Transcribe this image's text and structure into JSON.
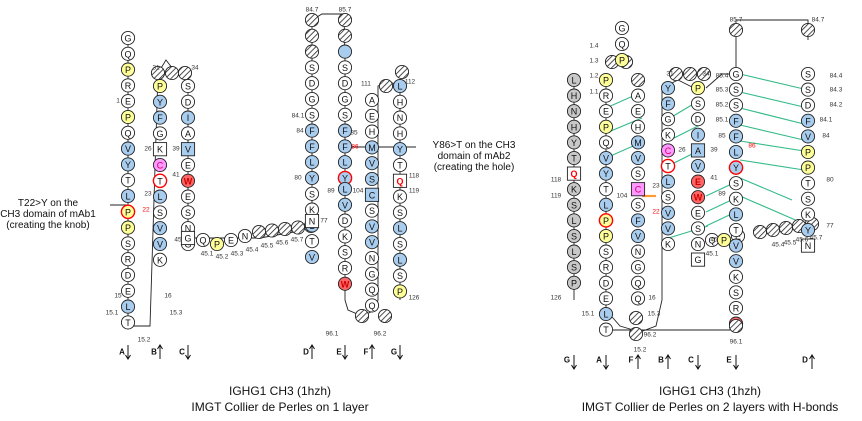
{
  "left": {
    "caption_line1": "IGHG1 CH3 (1hzh)",
    "caption_line2": "IMGT Collier de Perles on 1 layer",
    "note_knob": [
      "T22>Y on the",
      "CH3 domain of mAb1",
      "(creating the knob)"
    ],
    "note_hole": [
      "Y86>T on the CH3",
      "domain of mAb2",
      "(creating the hole)"
    ],
    "strand_labels": [
      "A",
      "B",
      "C",
      "D",
      "E",
      "F",
      "G"
    ],
    "strand_directions": [
      "down",
      "up",
      "down",
      "up",
      "down",
      "up",
      "down"
    ],
    "strands": [
      [
        "G",
        "Q",
        "P",
        "R",
        "E",
        "P",
        "Q",
        "V",
        "Y",
        "T",
        "L",
        "P",
        "P",
        "S",
        "R",
        "D",
        "E",
        "L",
        "T"
      ],
      [
        "P",
        "Y",
        "F",
        "G",
        "K",
        "C",
        "T",
        "L",
        "S",
        "V",
        "V",
        "K"
      ],
      [
        "S",
        "D",
        "I",
        "A",
        "V",
        "E",
        "W",
        "E",
        "S",
        "N",
        "G"
      ],
      [
        "S",
        "D",
        "G",
        "S",
        "F",
        "F",
        "L",
        "Y",
        "S",
        "K",
        "L",
        "T",
        "V"
      ],
      [
        "L",
        "H",
        "N",
        "H",
        "Y",
        "T",
        "Q",
        "K",
        "S",
        "L",
        "S",
        "L",
        "S",
        "P"
      ]
    ],
    "cd_loop": [
      "Q",
      "P",
      "E",
      "N"
    ],
    "positions": [
      "1",
      "15",
      "15.1",
      "15.2",
      "15.3",
      "16",
      "22",
      "23",
      "26",
      "31",
      "34",
      "39",
      "41",
      "45",
      "45.1",
      "45.2",
      "45.3",
      "45.4",
      "45.5",
      "45.6",
      "45.7",
      "77",
      "80",
      "84",
      "84.1",
      "84.7",
      "85",
      "85.7",
      "86",
      "89",
      "96.1",
      "96.2",
      "104",
      "111",
      "112",
      "118",
      "119",
      "126"
    ]
  },
  "right": {
    "caption_line1": "IGHG1 CH3 (1hzh)",
    "caption_line2": "IMGT Collier de Perles on 2 layers with H-bonds",
    "strand_labels": [
      "G",
      "A",
      "F",
      "B",
      "C",
      "E",
      "D"
    ],
    "strand_directions": [
      "down",
      "down",
      "up",
      "up",
      "down",
      "down",
      "up"
    ],
    "positions": [
      "1.1",
      "1.2",
      "1.3",
      "1.4",
      "15.1",
      "15.2",
      "15.3",
      "16",
      "22",
      "23",
      "26",
      "31",
      "34",
      "39",
      "41",
      "45",
      "45.1",
      "45.4",
      "45.5",
      "45.6",
      "45.7",
      "77",
      "80",
      "84",
      "84.1",
      "84.2",
      "84.3",
      "84.4",
      "84.7",
      "85",
      "85.1",
      "85.2",
      "85.3",
      "85.4",
      "85.7",
      "86",
      "89",
      "96.1",
      "96.2",
      "104",
      "118",
      "119",
      "126"
    ]
  },
  "colors": {
    "hydrophobic": "#a9cdee",
    "proline": "#ffff99",
    "cysteine": "#ff99ff",
    "tryptophan": "#ff6666",
    "hbond": "#33bb88",
    "disulfide": "#ff9933",
    "highlight": "#ff0000"
  }
}
